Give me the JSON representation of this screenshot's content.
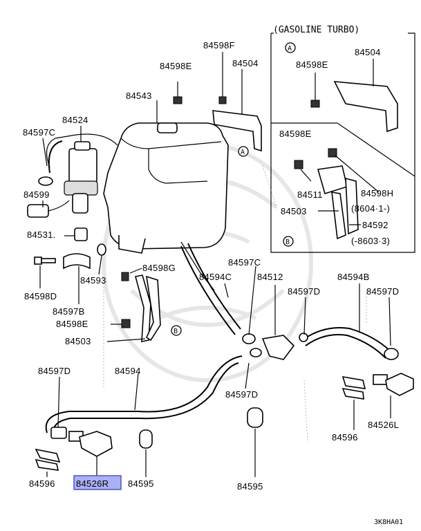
{
  "diagram": {
    "inset_title": "(GASOLINE TURBO)",
    "corner_code": "3K8HA01",
    "callout_a": "A",
    "callout_b": "B",
    "labels": {
      "p84598F": "84598F",
      "p84598E_top": "84598E",
      "p84504_main": "84504",
      "p84543": "84543",
      "p84524": "84524",
      "p84597C_left": "84597C",
      "p84599": "84599",
      "p84531": "84531.",
      "p84598D": "84598D",
      "p84593": "84593",
      "p84597B": "84597B",
      "p84598G": "84598G",
      "p84598E_mid": "84598E",
      "p84503_mid": "84503",
      "p84597C_mid": "84597C",
      "p84594C": "84594C",
      "p84512": "84512",
      "p84594B": "84594B",
      "p84597D_r1": "84597D",
      "p84597D_r2": "84597D",
      "p84597D_left": "84597D",
      "p84594": "84594",
      "p84597D_mid": "84597D",
      "p84526L": "84526L",
      "p84596_right": "84596",
      "p84595_right": "84595",
      "p84596_left": "84596",
      "p84526R": "84526R",
      "p84595_left": "84595",
      "inset_84504": "84504",
      "inset_84598E_a": "84598E",
      "inset_84598E_b": "84598E",
      "inset_84511": "84511",
      "inset_84503": "84503",
      "inset_84598H": "84598H",
      "inset_8604": "(8604·1-)",
      "inset_84592": "84592",
      "inset_8603": "(-8603·3)"
    },
    "highlight_color": "#aab0f2"
  }
}
